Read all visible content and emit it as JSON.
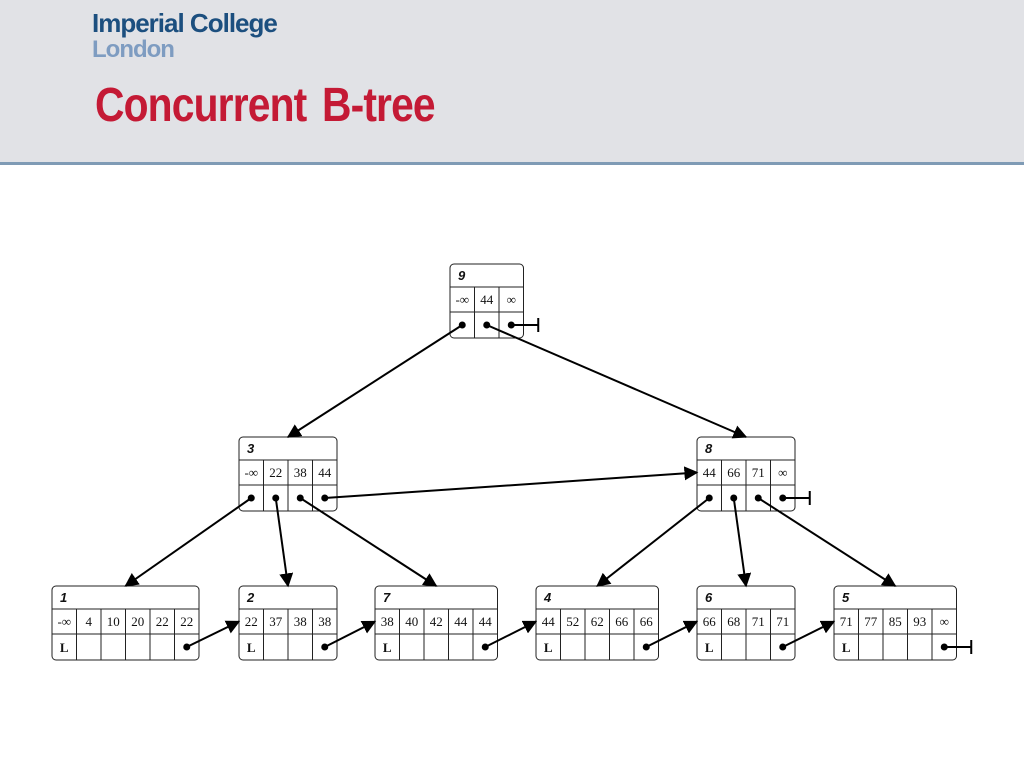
{
  "header": {
    "logo_line1": "Imperial College",
    "logo_line2": "London",
    "title": "Concurrent  B-tree"
  },
  "tree": {
    "nodes": [
      {
        "id": "9",
        "keys": [
          "-∞",
          "44",
          "∞"
        ],
        "leaf": false
      },
      {
        "id": "3",
        "keys": [
          "-∞",
          "22",
          "38",
          "44"
        ],
        "leaf": false
      },
      {
        "id": "8",
        "keys": [
          "44",
          "66",
          "71",
          "∞"
        ],
        "leaf": false
      },
      {
        "id": "1",
        "keys": [
          "-∞",
          "4",
          "10",
          "20",
          "22",
          "22"
        ],
        "leaf": true
      },
      {
        "id": "2",
        "keys": [
          "22",
          "37",
          "38",
          "38"
        ],
        "leaf": true
      },
      {
        "id": "7",
        "keys": [
          "38",
          "40",
          "42",
          "44",
          "44"
        ],
        "leaf": true
      },
      {
        "id": "4",
        "keys": [
          "44",
          "52",
          "62",
          "66",
          "66"
        ],
        "leaf": true
      },
      {
        "id": "6",
        "keys": [
          "66",
          "68",
          "71",
          "71"
        ],
        "leaf": true
      },
      {
        "id": "5",
        "keys": [
          "71",
          "77",
          "85",
          "93",
          "∞"
        ],
        "leaf": true
      }
    ],
    "leaf_marker": "L",
    "edges": [
      {
        "from": "9",
        "ptr": 0,
        "to": "3"
      },
      {
        "from": "9",
        "ptr": 1,
        "to": "8"
      },
      {
        "from": "9",
        "ptr": 2,
        "to": null
      },
      {
        "from": "3",
        "ptr": 0,
        "to": "1"
      },
      {
        "from": "3",
        "ptr": 1,
        "to": "2"
      },
      {
        "from": "3",
        "ptr": 2,
        "to": "7"
      },
      {
        "from": "3",
        "ptr": 3,
        "to": "8"
      },
      {
        "from": "8",
        "ptr": 0,
        "to": "4"
      },
      {
        "from": "8",
        "ptr": 1,
        "to": "6"
      },
      {
        "from": "8",
        "ptr": 2,
        "to": "5"
      },
      {
        "from": "8",
        "ptr": 3,
        "to": null
      },
      {
        "from": "1",
        "ptr": 5,
        "to": "2"
      },
      {
        "from": "2",
        "ptr": 3,
        "to": "7"
      },
      {
        "from": "7",
        "ptr": 4,
        "to": "4"
      },
      {
        "from": "4",
        "ptr": 4,
        "to": "6"
      },
      {
        "from": "6",
        "ptr": 3,
        "to": "5"
      },
      {
        "from": "5",
        "ptr": 4,
        "to": null
      }
    ]
  }
}
